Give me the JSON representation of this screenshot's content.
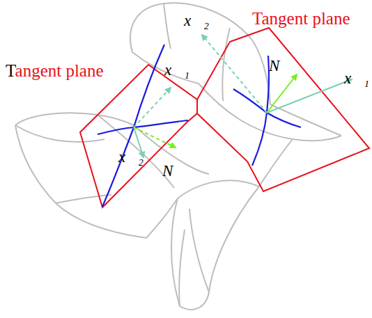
{
  "diagram": {
    "labels": [
      "x⃗₂",
      "Tangent plane",
      "Tangent plane",
      "N⃗",
      "x⃗₁",
      "x⃗₁",
      "x⃗₂",
      "N⃗"
    ]
  }
}
